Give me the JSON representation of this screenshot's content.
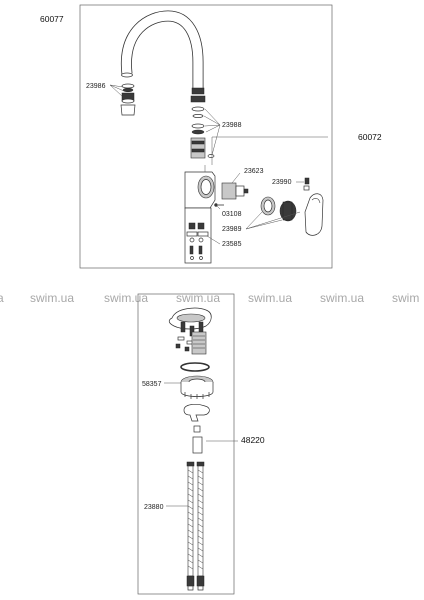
{
  "assembly_top": {
    "label": "60077",
    "body_label": "60072"
  },
  "assembly_bottom": {
    "label": "48220"
  },
  "parts_top": [
    {
      "id": "p23986",
      "label": "23986"
    },
    {
      "id": "p23988",
      "label": "23988"
    },
    {
      "id": "p23623",
      "label": "23623"
    },
    {
      "id": "p23990",
      "label": "23990"
    },
    {
      "id": "p03108",
      "label": "03108"
    },
    {
      "id": "p23989",
      "label": "23989"
    },
    {
      "id": "p23585",
      "label": "23585"
    }
  ],
  "parts_bottom": [
    {
      "id": "p58357",
      "label": "58357"
    },
    {
      "id": "p23880",
      "label": "23880"
    }
  ],
  "watermark": [
    "a",
    "swim.ua",
    "swim.ua",
    "swim.ua",
    "swim.ua",
    "swim.ua",
    "swim"
  ]
}
